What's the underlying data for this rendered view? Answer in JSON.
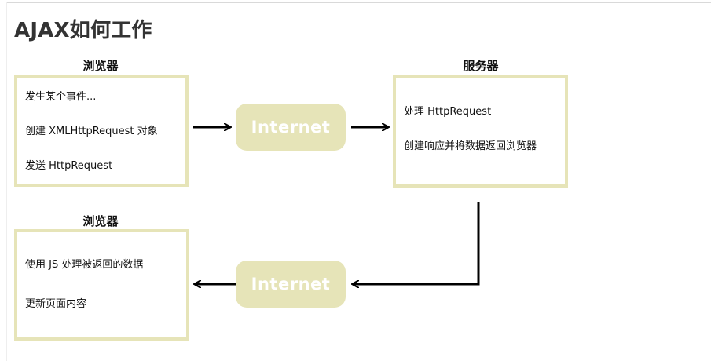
{
  "page": {
    "title": "AJAX如何工作"
  },
  "diagram": {
    "browser_top": {
      "title": "浏览器",
      "lines": [
        "发生某个事件...",
        "创建 XMLHttpRequest 对象",
        "发送 HttpRequest"
      ]
    },
    "server": {
      "title": "服务器",
      "lines": [
        "处理 HttpRequest",
        "创建响应并将数据返回浏览器"
      ]
    },
    "browser_bottom": {
      "title": "浏览器",
      "lines": [
        "使用 JS 处理被返回的数据",
        "更新页面内容"
      ]
    },
    "internet_top": {
      "label": "Internet"
    },
    "internet_bottom": {
      "label": "Internet"
    },
    "colors": {
      "box_border": "#e6e4b8",
      "internet_fill": "#e6e4b8",
      "arrow": "#000000",
      "title_text": "#333333"
    }
  }
}
